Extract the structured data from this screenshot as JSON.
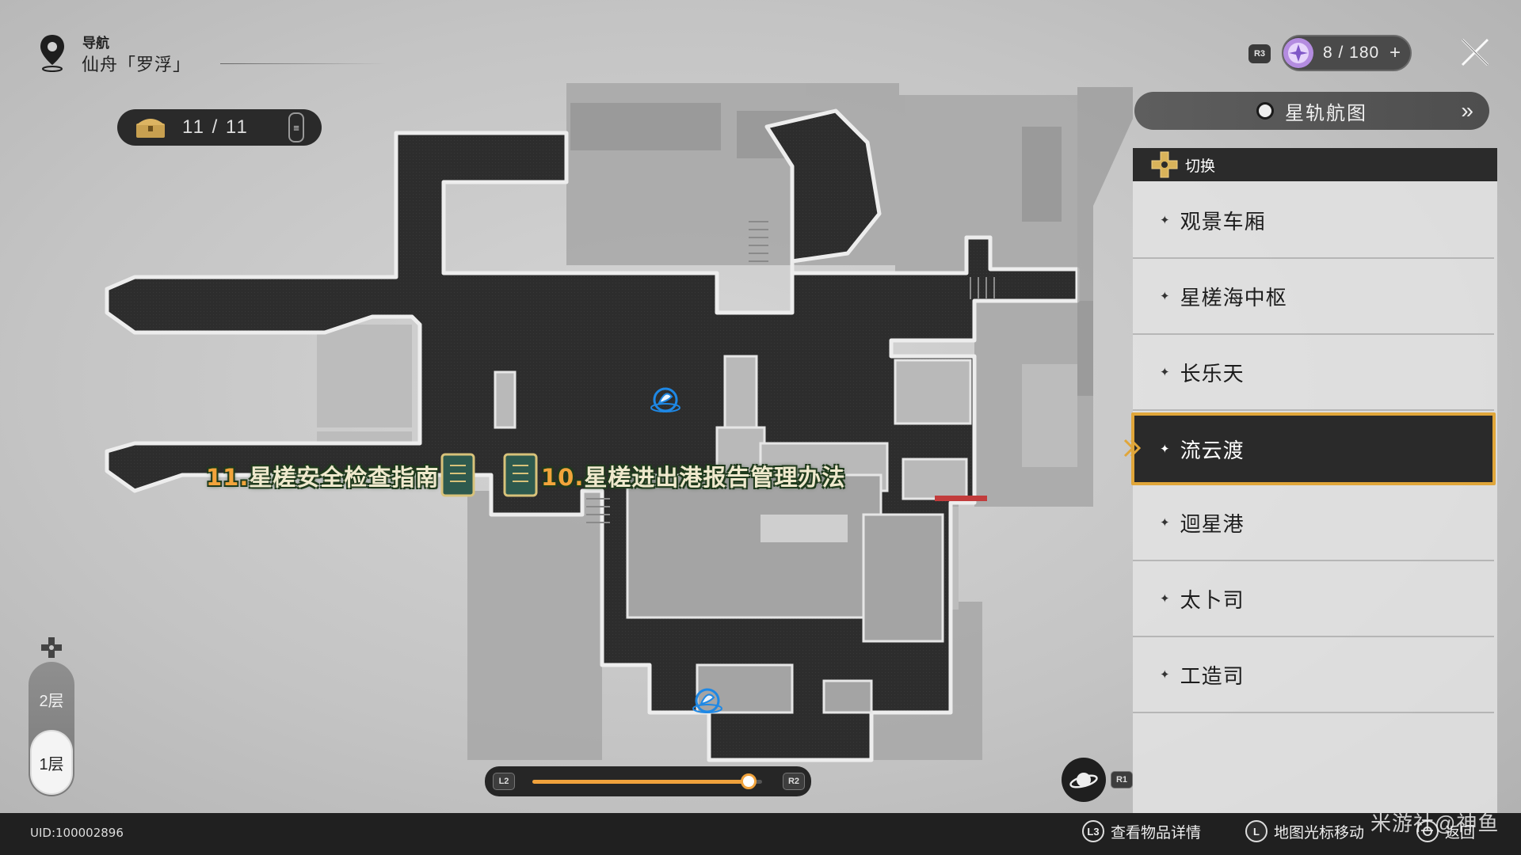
{
  "nav": {
    "title": "导航",
    "location": "仙舟「罗浮」"
  },
  "chest_counter": {
    "value": "11 / 11",
    "menu_icon": "≡"
  },
  "power": {
    "button_tag": "R3",
    "value": "8 / 180",
    "add_label": "+"
  },
  "star_rail_map": {
    "label": "星轨航图",
    "chevron": "»"
  },
  "area_panel": {
    "switch_label": "切换",
    "items": [
      {
        "label": "观景车厢",
        "selected": false
      },
      {
        "label": "星槎海中枢",
        "selected": false
      },
      {
        "label": "长乐天",
        "selected": false
      },
      {
        "label": "流云渡",
        "selected": true
      },
      {
        "label": "迴星港",
        "selected": false
      },
      {
        "label": "太卜司",
        "selected": false
      },
      {
        "label": "工造司",
        "selected": false
      }
    ]
  },
  "map_labels": {
    "label_11_num": "11.",
    "label_11_text": "星槎安全检查指南",
    "label_10_num": "10.",
    "label_10_text": "星槎进出港报告管理办法"
  },
  "floors": {
    "upper": "2层",
    "lower": "1层",
    "active": "1层"
  },
  "zoom": {
    "left_tag": "L2",
    "right_tag": "R2",
    "level": 0.94
  },
  "r1_tag": "R1",
  "bottom": {
    "uid": "UID:100002896",
    "hint_details_key": "L3",
    "hint_details": "查看物品详情",
    "hint_cursor_key": "L",
    "hint_cursor": "地图光标移动",
    "hint_back": "返回",
    "watermark": "米游社@神鱼"
  },
  "colors": {
    "accent": "#e0a63a",
    "zoom_fill": "#f0a23c",
    "label_text": "#efe9cd",
    "label_number": "#f2a43b",
    "teleport": "#1e88e5"
  }
}
